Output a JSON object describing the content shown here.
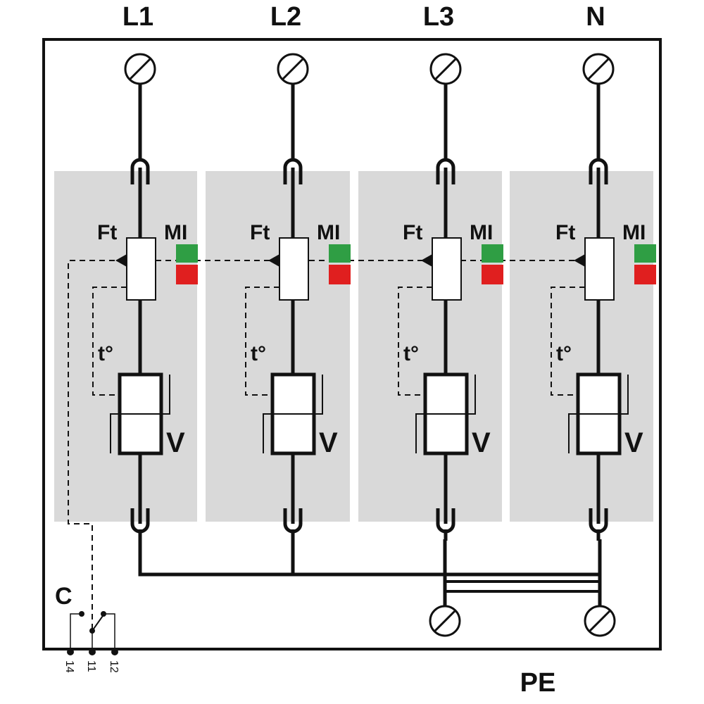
{
  "terminals": {
    "top": [
      "L1",
      "L2",
      "L3",
      "N"
    ]
  },
  "module_labels": {
    "fuse": "Ft",
    "indicator": "MI",
    "thermal": "t°",
    "varistor": "V"
  },
  "contact": {
    "label": "C",
    "pins": [
      "14",
      "11",
      "12"
    ]
  },
  "ground_label": "PE",
  "colors": {
    "module_bg": "#d9d9d9",
    "indicator_ok": "#2f9e44",
    "indicator_fault": "#e01f1f",
    "line": "#111111"
  }
}
